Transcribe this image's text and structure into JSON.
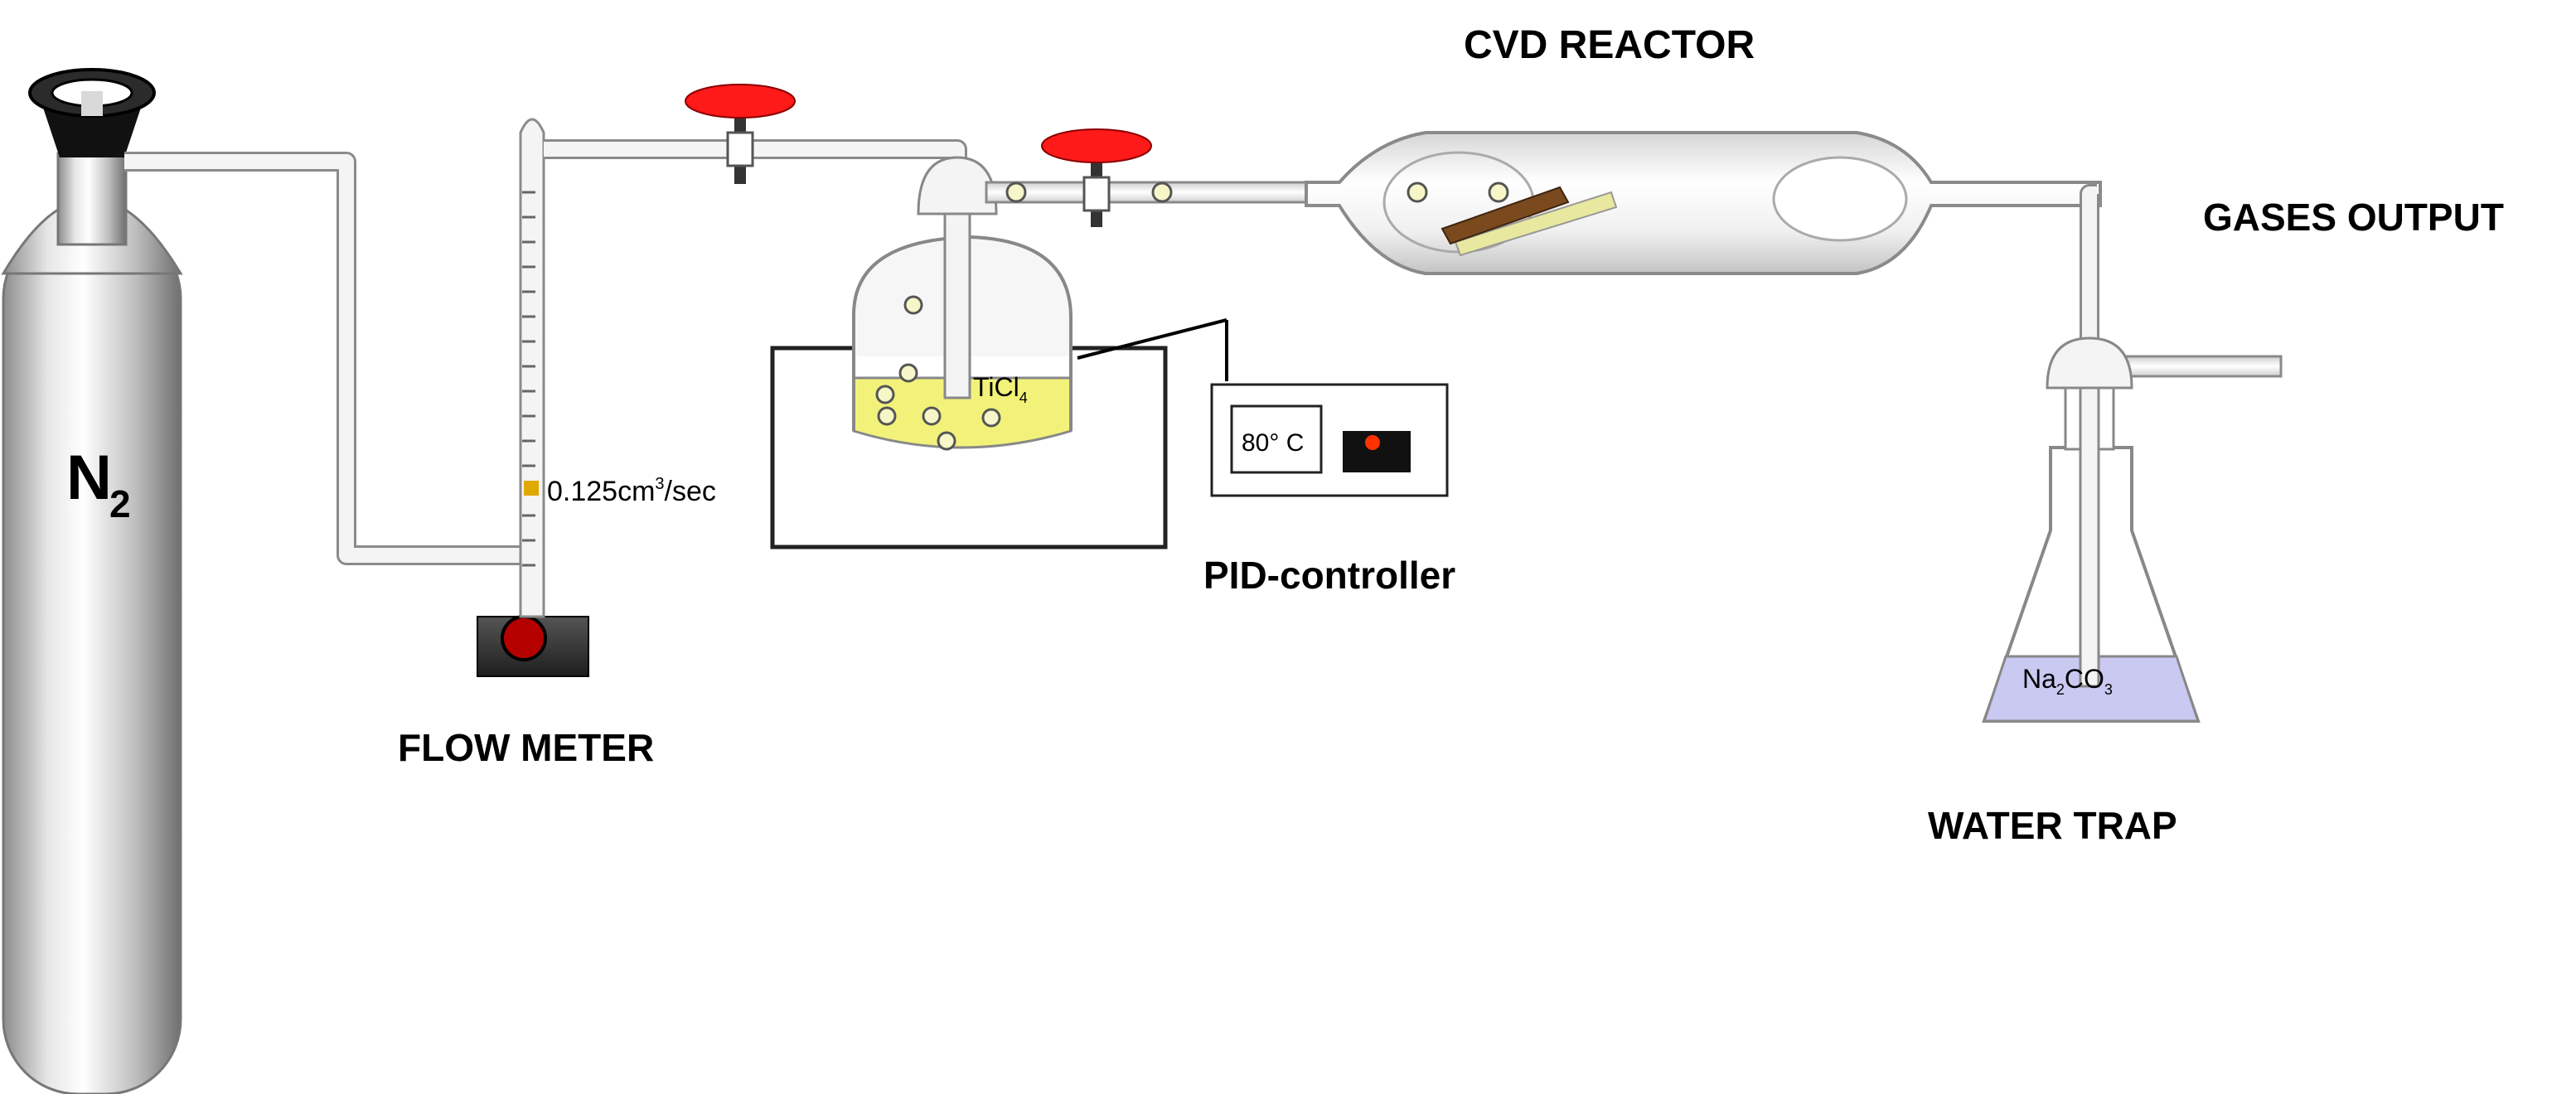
{
  "labels": {
    "n2_main": "N",
    "n2_sub": "2",
    "flow_meter": "FLOW METER",
    "flow_rate_pre": "0.125cm",
    "flow_rate_sup": "3",
    "flow_rate_post": "/sec",
    "ticl_main": "TiCl",
    "ticl_sub": "4",
    "pid_temp": "80° C",
    "pid_controller": "PID-controller",
    "cvd_reactor": "CVD REACTOR",
    "gases_output": "GASES  OUTPUT",
    "water_trap": "WATER TRAP",
    "na_part1": "Na",
    "na_sub1": "2",
    "na_part2": "CO",
    "na_sub2": "3"
  },
  "colors": {
    "valve_red": "#ff1a1a",
    "liquid_yellow": "#f2f27a",
    "solution_lavender": "#c9c9f2",
    "pid_temp_text": "#c0392b",
    "pid_indicator": "#ff3300",
    "tube_fill": "#f2f2f2",
    "tube_stroke": "#9a9a9a"
  }
}
